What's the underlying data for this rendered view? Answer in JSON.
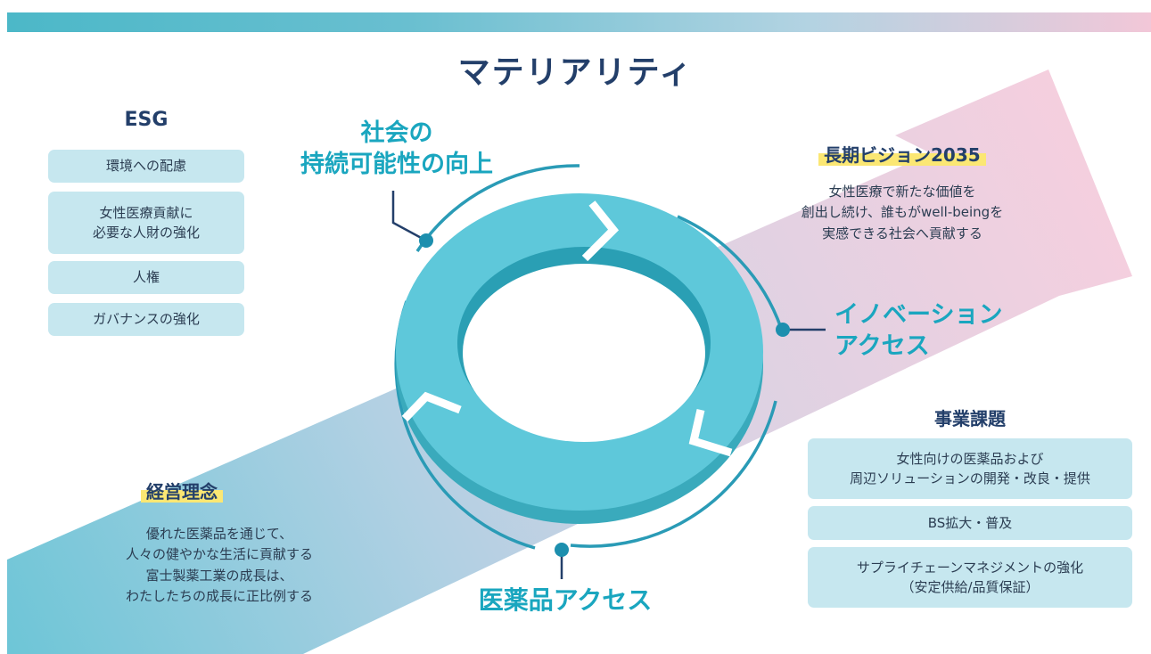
{
  "title": "マテリアリティ",
  "esg": {
    "heading": "ESG",
    "items": [
      "環境への配慮",
      "女性医療貢献に\n必要な人財の強化",
      "人権",
      "ガバナンスの強化"
    ]
  },
  "cycle": {
    "top_label": "社会の\n持続可能性の向上",
    "right_label": "イノベーション\nアクセス",
    "bottom_label": "医薬品アクセス"
  },
  "vision": {
    "tag": "長期ビジョン2035",
    "text": "女性医療で新たな価値を\n創出し続け、誰もがwell-beingを\n実感できる社会へ貢献する"
  },
  "philosophy": {
    "tag": "経営理念",
    "text": "優れた医薬品を通じて、\n人々の健やかな生活に貢献する\n富士製薬工業の成長は、\nわたしたちの成長に正比例する"
  },
  "business": {
    "heading": "事業課題",
    "items": [
      "女性向けの医薬品および\n周辺ソリューションの開発・改良・提供",
      "BS拡大・普及",
      "サプライチェーンマネジメントの強化\n（安定供給/品質保証）"
    ]
  },
  "colors": {
    "accent": "#1aa6bf",
    "ring": "#5cc6d8",
    "pill": "#c6e7ef",
    "highlight": "#fbe773",
    "navy": "#233f6a"
  }
}
